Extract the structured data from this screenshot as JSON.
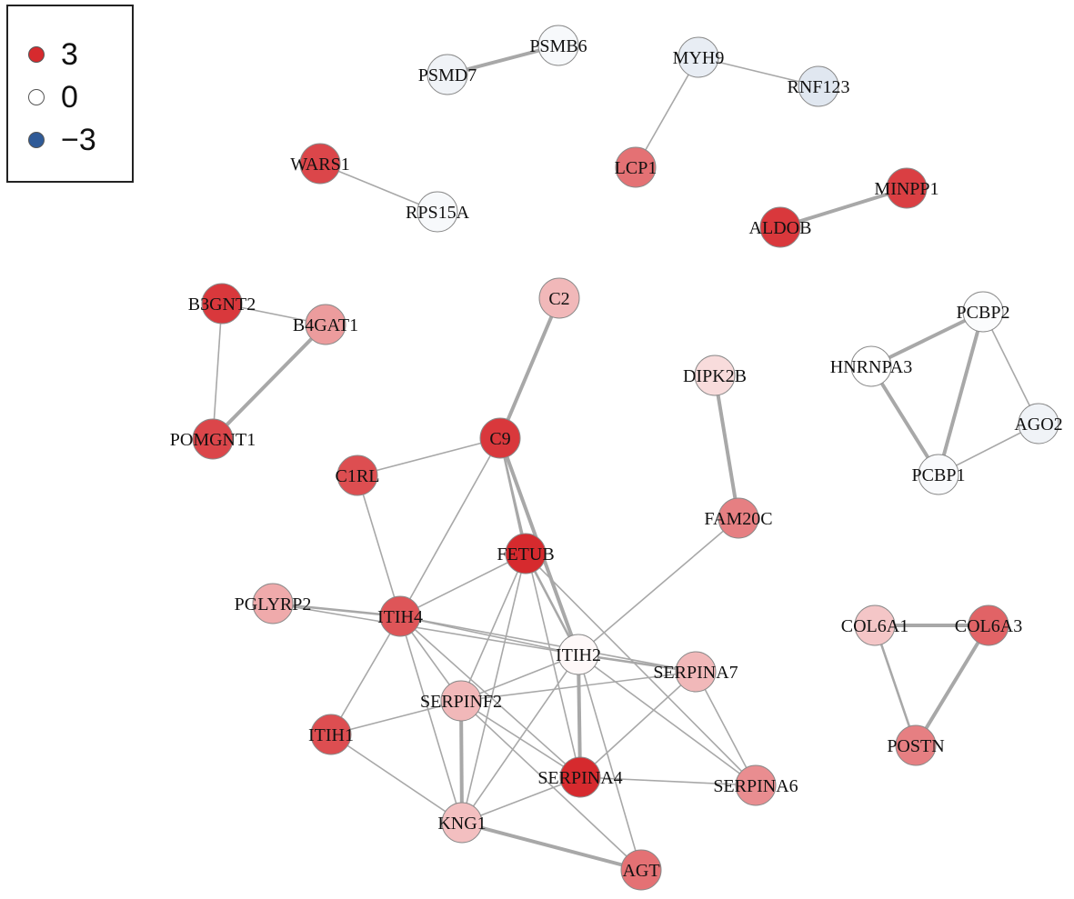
{
  "legend": [
    {
      "label": "3",
      "color": "#d62a2e"
    },
    {
      "label": "0",
      "color": "#ffffff"
    },
    {
      "label": "−3",
      "color": "#2f5a97"
    }
  ],
  "nodes": [
    {
      "id": "PSMD7",
      "value": -0.4
    },
    {
      "id": "PSMB6",
      "value": -0.2
    },
    {
      "id": "MYH9",
      "value": -0.6
    },
    {
      "id": "RNF123",
      "value": -0.8
    },
    {
      "id": "WARS1",
      "value": 2.6
    },
    {
      "id": "RPS15A",
      "value": -0.2
    },
    {
      "id": "LCP1",
      "value": 2.0
    },
    {
      "id": "MINPP1",
      "value": 2.7
    },
    {
      "id": "ALDOB",
      "value": 2.8
    },
    {
      "id": "B3GNT2",
      "value": 2.8
    },
    {
      "id": "B4GAT1",
      "value": 1.4
    },
    {
      "id": "POMGNT1",
      "value": 2.6
    },
    {
      "id": "C2",
      "value": 1.0
    },
    {
      "id": "DIPK2B",
      "value": 0.5
    },
    {
      "id": "PCBP2",
      "value": -0.1
    },
    {
      "id": "HNRNPA3",
      "value": 0.0
    },
    {
      "id": "AGO2",
      "value": -0.4
    },
    {
      "id": "PCBP1",
      "value": -0.15
    },
    {
      "id": "C9",
      "value": 2.8
    },
    {
      "id": "C1RL",
      "value": 2.5
    },
    {
      "id": "FAM20C",
      "value": 1.8
    },
    {
      "id": "FETUB",
      "value": 3.0
    },
    {
      "id": "PGLYRP2",
      "value": 1.2
    },
    {
      "id": "ITIH4",
      "value": 2.4
    },
    {
      "id": "ITIH2",
      "value": 0.1
    },
    {
      "id": "SERPINA7",
      "value": 1.0
    },
    {
      "id": "SERPINF2",
      "value": 1.0
    },
    {
      "id": "COL6A1",
      "value": 0.8
    },
    {
      "id": "COL6A3",
      "value": 2.2
    },
    {
      "id": "ITIH1",
      "value": 2.5
    },
    {
      "id": "POSTN",
      "value": 1.8
    },
    {
      "id": "SERPINA4",
      "value": 3.0
    },
    {
      "id": "SERPINA6",
      "value": 1.6
    },
    {
      "id": "KNG1",
      "value": 0.9
    },
    {
      "id": "AGT",
      "value": 2.0
    }
  ],
  "edges": [
    [
      "PSMD7",
      "PSMB6",
      3
    ],
    [
      "MYH9",
      "RNF123",
      1
    ],
    [
      "MYH9",
      "LCP1",
      1
    ],
    [
      "WARS1",
      "RPS15A",
      1
    ],
    [
      "ALDOB",
      "MINPP1",
      3
    ],
    [
      "B3GNT2",
      "B4GAT1",
      1
    ],
    [
      "B3GNT2",
      "POMGNT1",
      1
    ],
    [
      "B4GAT1",
      "POMGNT1",
      3
    ],
    [
      "PCBP2",
      "HNRNPA3",
      3
    ],
    [
      "PCBP2",
      "PCBP1",
      3
    ],
    [
      "PCBP2",
      "AGO2",
      1
    ],
    [
      "HNRNPA3",
      "PCBP1",
      3
    ],
    [
      "PCBP1",
      "AGO2",
      1
    ],
    [
      "C2",
      "C9",
      3
    ],
    [
      "DIPK2B",
      "FAM20C",
      3
    ],
    [
      "COL6A1",
      "COL6A3",
      3
    ],
    [
      "COL6A1",
      "POSTN",
      2
    ],
    [
      "COL6A3",
      "POSTN",
      3
    ],
    [
      "C9",
      "C1RL",
      1
    ],
    [
      "C9",
      "ITIH4",
      1
    ],
    [
      "C9",
      "FETUB",
      2
    ],
    [
      "C9",
      "ITIH2",
      3
    ],
    [
      "C9",
      "SERPINA4",
      1
    ],
    [
      "C1RL",
      "ITIH4",
      1
    ],
    [
      "FETUB",
      "ITIH4",
      1
    ],
    [
      "FETUB",
      "ITIH2",
      2
    ],
    [
      "FETUB",
      "SERPINA6",
      1
    ],
    [
      "FETUB",
      "SERPINF2",
      1
    ],
    [
      "FETUB",
      "KNG1",
      1
    ],
    [
      "FAM20C",
      "ITIH2",
      1
    ],
    [
      "PGLYRP2",
      "ITIH4",
      2
    ],
    [
      "PGLYRP2",
      "ITIH2",
      1
    ],
    [
      "ITIH4",
      "ITIH2",
      1
    ],
    [
      "ITIH4",
      "SERPINF2",
      1
    ],
    [
      "ITIH4",
      "SERPINA4",
      1
    ],
    [
      "ITIH4",
      "KNG1",
      1
    ],
    [
      "ITIH4",
      "ITIH1",
      1
    ],
    [
      "ITIH4",
      "SERPINA7",
      1
    ],
    [
      "ITIH2",
      "SERPINA7",
      2
    ],
    [
      "ITIH2",
      "SERPINF2",
      1
    ],
    [
      "ITIH2",
      "SERPINA4",
      3
    ],
    [
      "ITIH2",
      "KNG1",
      1
    ],
    [
      "ITIH2",
      "AGT",
      1
    ],
    [
      "ITIH2",
      "SERPINA6",
      1
    ],
    [
      "SERPINA7",
      "SERPINF2",
      1
    ],
    [
      "SERPINA7",
      "SERPINA4",
      1
    ],
    [
      "SERPINA7",
      "SERPINA6",
      1
    ],
    [
      "SERPINF2",
      "ITIH1",
      1
    ],
    [
      "SERPINF2",
      "KNG1",
      3
    ],
    [
      "SERPINF2",
      "SERPINA4",
      1
    ],
    [
      "SERPINF2",
      "AGT",
      1
    ],
    [
      "ITIH1",
      "KNG1",
      1
    ],
    [
      "SERPINA4",
      "KNG1",
      1
    ],
    [
      "SERPINA4",
      "SERPINA6",
      1
    ],
    [
      "KNG1",
      "AGT",
      3
    ]
  ]
}
